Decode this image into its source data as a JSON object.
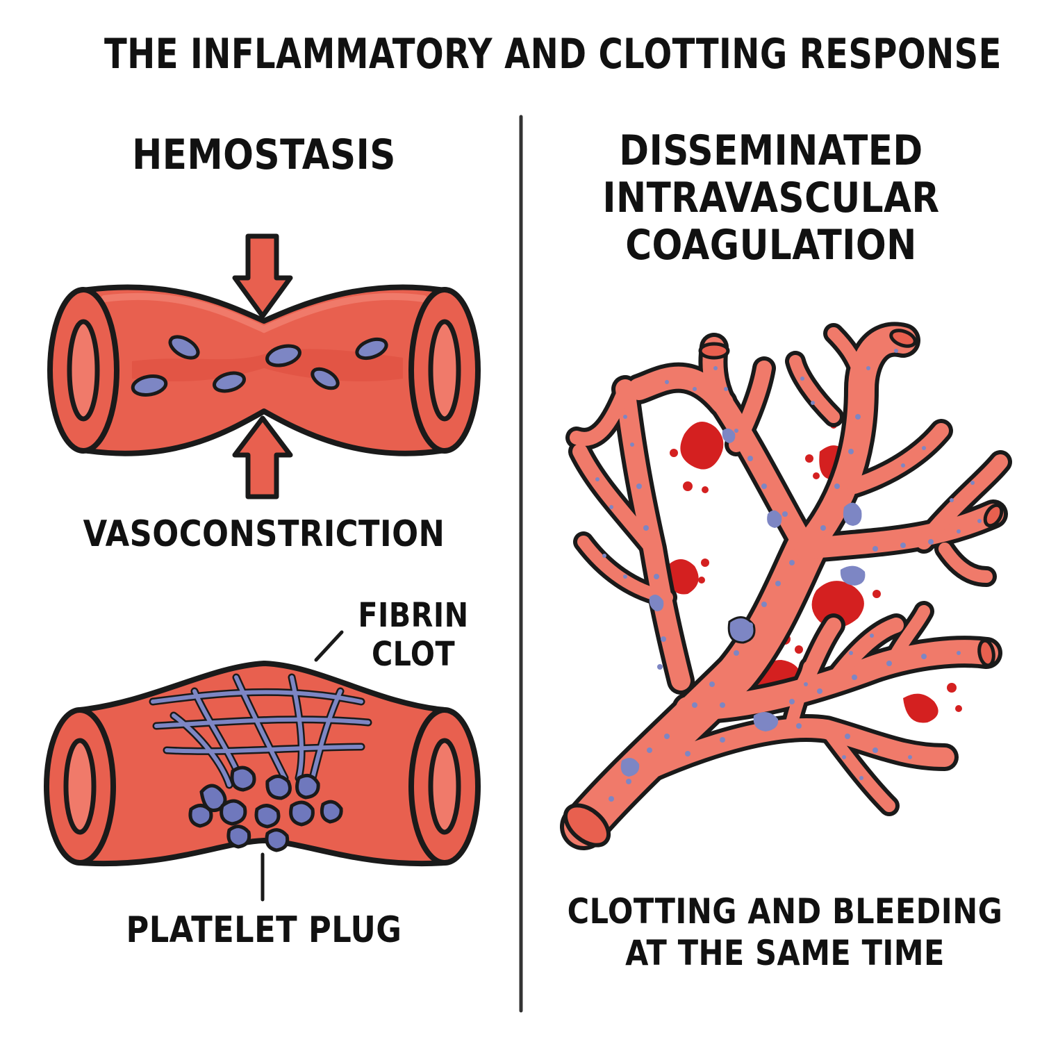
{
  "title": "THE INFLAMMATORY AND CLOTTING RESPONSE",
  "left_panel": {
    "heading": "HEMOSTASIS",
    "vasoconstriction_label": "VASOCONSTRICTION",
    "fibrin_label": [
      "FIBRIN",
      "CLOT"
    ],
    "platelet_label": "PLATELET PLUG"
  },
  "right_panel": {
    "heading": [
      "DISSEMINATED",
      "INTRAVASCULAR",
      "COAGULATION"
    ],
    "caption": [
      "CLOTTING AND BLEEDING",
      "AT THE SAME TIME"
    ]
  },
  "colors": {
    "vessel": "#e8604f",
    "vessel_light": "#f07a6a",
    "outline": "#1a1a1a",
    "cell": "#7d86c4",
    "blood": "#d42020"
  }
}
